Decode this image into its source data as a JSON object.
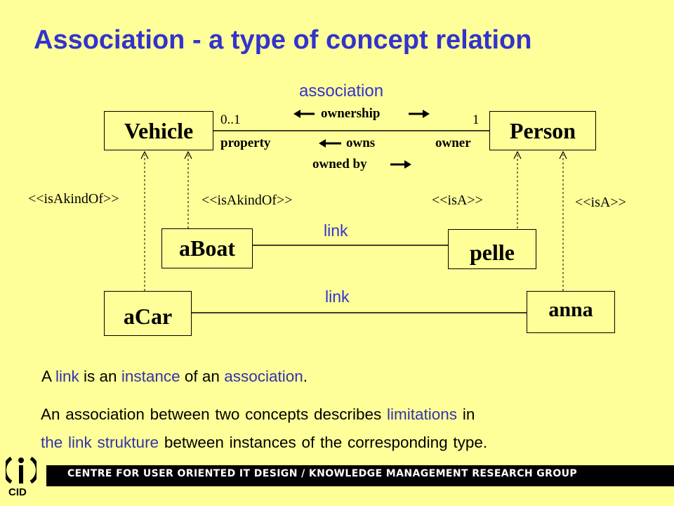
{
  "title": "Association - a type of concept relation",
  "association_label": "association",
  "boxes": {
    "vehicle": "Vehicle",
    "person": "Person",
    "aboat": "aBoat",
    "pelle": "pelle",
    "acar": "aCar",
    "anna": "anna"
  },
  "association": {
    "left_multiplicity": "0..1",
    "right_multiplicity": "1",
    "name": "ownership",
    "left_role": "property",
    "right_role": "owner",
    "owns": "owns",
    "owned_by": "owned by"
  },
  "stereotypes": {
    "acar_vehicle": "<<isAkindOf>>",
    "aboat_vehicle": "<<isAkindOf>>",
    "pelle_person": "<<isA>>",
    "anna_person": "<<isA>>"
  },
  "links": {
    "boat_pelle": "link",
    "car_anna": "link"
  },
  "paragraph1": {
    "p1": "A ",
    "p2": "link",
    "p3": " is an ",
    "p4": "instance",
    "p5": " of an ",
    "p6": "association",
    "p7": "."
  },
  "paragraph2": {
    "line1_a": "An association between two concepts describes ",
    "line1_b": "limitations",
    "line1_c": " in",
    "line2_a": "the link strukture",
    "line2_b": " between instances of the corresponding type."
  },
  "footer": {
    "banner": "CENTRE FOR USER ORIENTED IT DESIGN  /  KNOWLEDGE MANAGEMENT RESEARCH GROUP",
    "logo_label": "CID"
  },
  "colors": {
    "background": "#ffff99",
    "title": "#3333cc",
    "highlight": "#3333aa"
  }
}
